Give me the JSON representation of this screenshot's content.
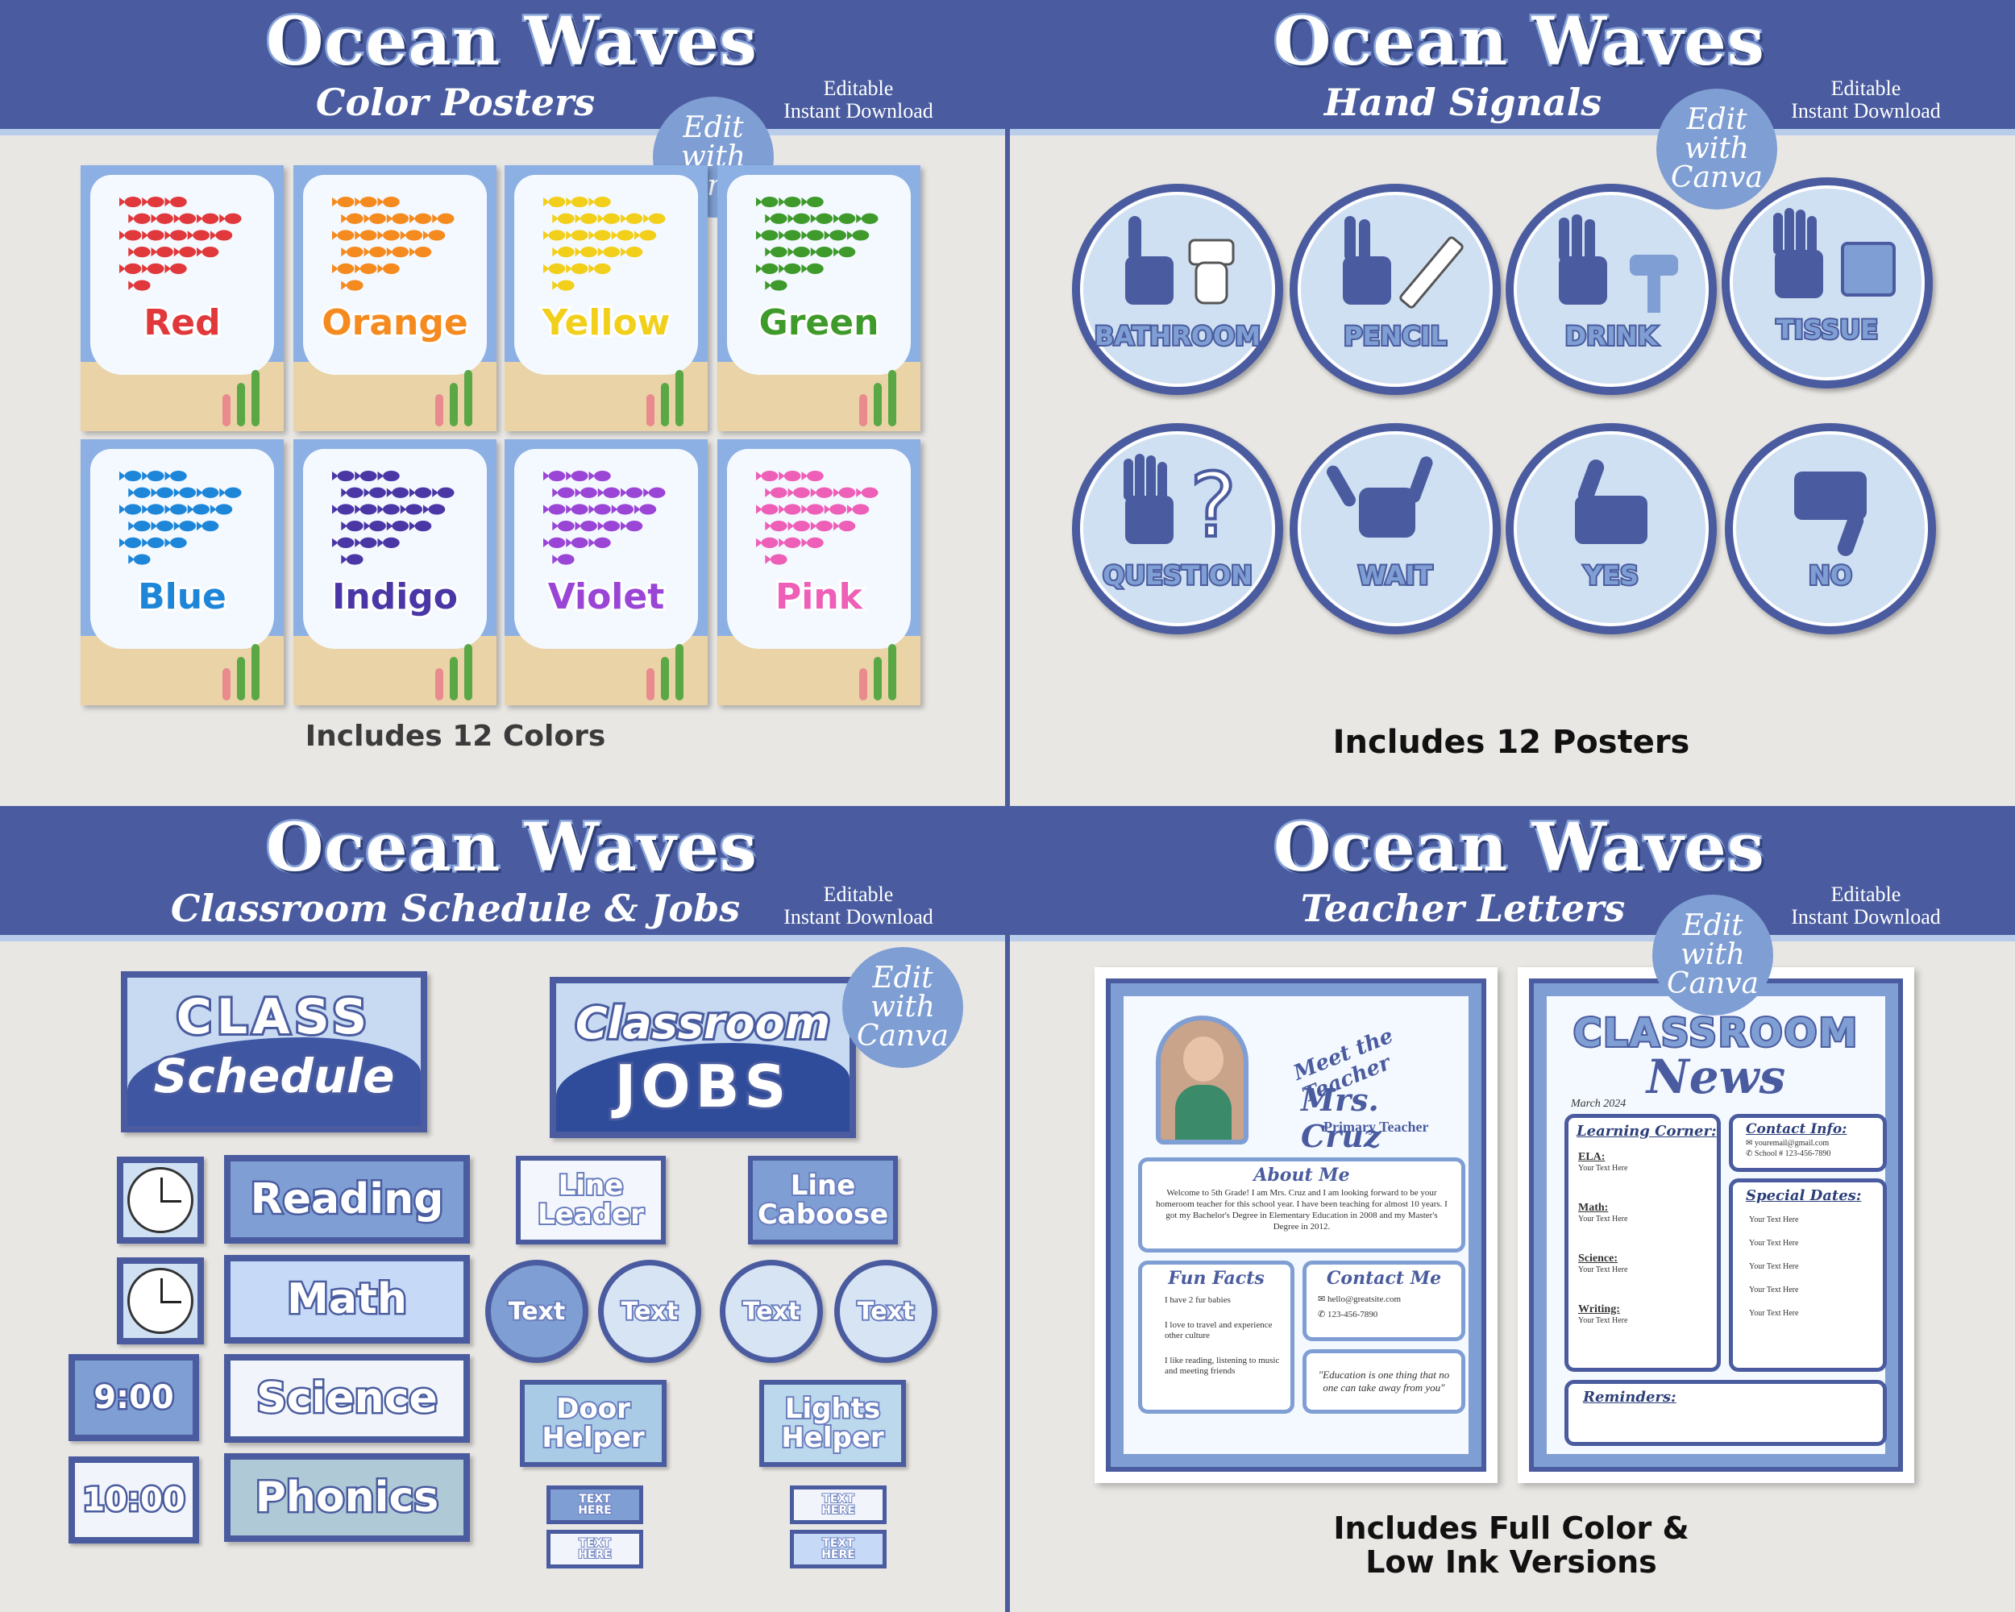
{
  "brand": "Ocean Waves",
  "badges": {
    "editable": "Editable",
    "instant": "Instant Download"
  },
  "canva": {
    "l1": "Edit",
    "l2": "with",
    "l3": "Canva"
  },
  "colors": {
    "banner": "#4a5c9f",
    "light": "#cfe0f3",
    "accent": "#7f9ed3"
  },
  "q1": {
    "subtitle": "Color Posters",
    "footer": "Includes 12 Colors",
    "posters": [
      {
        "name": "Red",
        "color": "#e0383b"
      },
      {
        "name": "Orange",
        "color": "#f58a1f"
      },
      {
        "name": "Yellow",
        "color": "#f2cf1a"
      },
      {
        "name": "Green",
        "color": "#3f9a2c"
      },
      {
        "name": "Blue",
        "color": "#1d86d9"
      },
      {
        "name": "Indigo",
        "color": "#4b36a6"
      },
      {
        "name": "Violet",
        "color": "#9a45d6"
      },
      {
        "name": "Pink",
        "color": "#ee5fb8"
      }
    ]
  },
  "q2": {
    "subtitle": "Hand Signals",
    "footer": "Includes 12 Posters",
    "signals": [
      {
        "label": "BATHROOM",
        "icon": "one-finger-toilet-icon"
      },
      {
        "label": "PENCIL",
        "icon": "two-fingers-pencil-icon"
      },
      {
        "label": "DRINK",
        "icon": "three-fingers-fountain-icon"
      },
      {
        "label": "TISSUE",
        "icon": "four-fingers-tissue-icon"
      },
      {
        "label": "QUESTION",
        "icon": "open-hand-question-icon"
      },
      {
        "label": "WAIT",
        "icon": "shaka-hand-icon"
      },
      {
        "label": "YES",
        "icon": "thumbs-up-icon"
      },
      {
        "label": "NO",
        "icon": "thumbs-down-icon"
      }
    ]
  },
  "q3": {
    "subtitle": "Classroom Schedule & Jobs",
    "class_schedule": {
      "l1": "CLASS",
      "l2": "Schedule"
    },
    "classroom_jobs": {
      "l1": "Classroom",
      "l2": "JOBS"
    },
    "subjects": [
      "Reading",
      "Math",
      "Science",
      "Phonics"
    ],
    "times": [
      "9:00",
      "10:00"
    ],
    "jobs": {
      "line_leader": {
        "l1": "Line",
        "l2": "Leader"
      },
      "line_caboose": {
        "l1": "Line",
        "l2": "Caboose"
      },
      "door_helper": {
        "l1": "Door",
        "l2": "Helper"
      },
      "lights_helper": {
        "l1": "Lights",
        "l2": "Helper"
      }
    },
    "text_circle": "Text",
    "text_here": {
      "l1": "TEXT",
      "l2": "HERE"
    }
  },
  "q4": {
    "subtitle": "Teacher Letters",
    "footer_l1": "Includes Full Color &",
    "footer_l2": "Low Ink Versions",
    "meet": {
      "arc_title": "Meet the Teacher",
      "name": "Mrs. Cruz",
      "role": "Primary Teacher",
      "about_title": "About Me",
      "about_text": "Welcome to 5th Grade! I am Mrs. Cruz and I am looking forward to be your homeroom teacher for this school year. I have been teaching for almost 10 years. I got my Bachelor's Degree in Elementary Education in 2008 and my Master's Degree in 2012.",
      "fun_title": "Fun Facts",
      "facts": [
        "I have 2 fur babies",
        "I love to travel and experience other culture",
        "I like reading, listening to music and meeting friends"
      ],
      "contact_title": "Contact Me",
      "email": "hello@greatsite.com",
      "phone": "123-456-7890",
      "quote": "\"Education is one thing that no one can take away from you\""
    },
    "news": {
      "title_l1": "CLASSROOM",
      "title_l2": "News",
      "date": "March 2024",
      "learning_title": "Learning Corner:",
      "subjects": [
        "ELA:",
        "Math:",
        "Science:",
        "Writing:"
      ],
      "placeholder": "Your Text Here",
      "contact_title": "Contact Info:",
      "contact_email": "youremail@gmail.com",
      "contact_phone": "School # 123-456-7890",
      "dates_title": "Special Dates:",
      "reminders_title": "Reminders:"
    }
  }
}
